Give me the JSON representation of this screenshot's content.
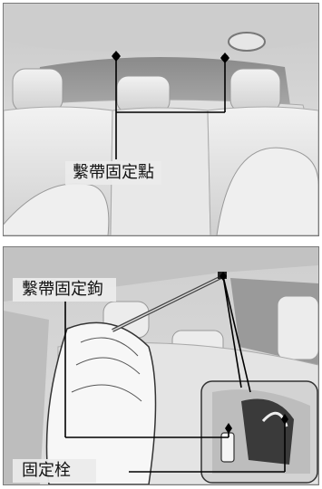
{
  "top_panel": {
    "label": "繫帶固定點"
  },
  "bottom_panel": {
    "hook_label": "繫帶固定鉤",
    "anchor_label": "固定栓"
  }
}
